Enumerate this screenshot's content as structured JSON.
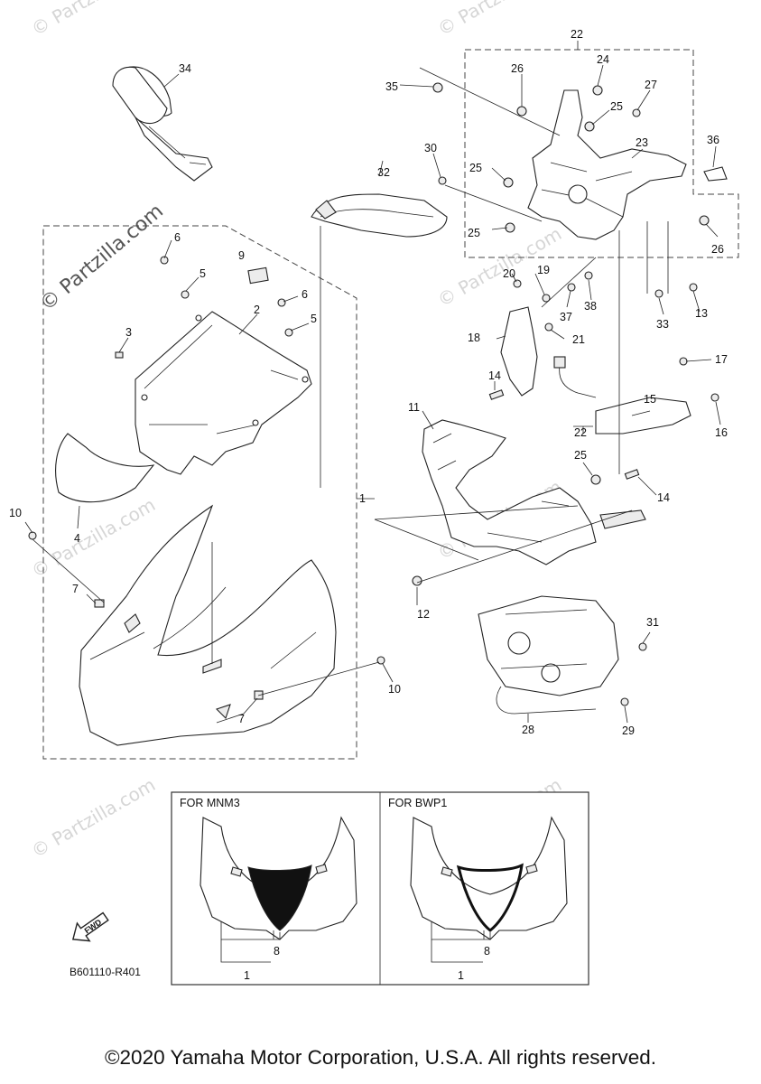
{
  "watermark": "© Partzilla.com",
  "callouts": {
    "n1a": "1",
    "n1b": "1",
    "n1c": "1",
    "n2": "2",
    "n3": "3",
    "n4": "4",
    "n5a": "5",
    "n5b": "5",
    "n6a": "6",
    "n6b": "6",
    "n7a": "7",
    "n7b": "7",
    "n8a": "8",
    "n8b": "8",
    "n9": "9",
    "n10a": "10",
    "n10b": "10",
    "n11": "11",
    "n12": "12",
    "n13": "13",
    "n14a": "14",
    "n14b": "14",
    "n15": "15",
    "n16": "16",
    "n17": "17",
    "n18": "18",
    "n19": "19",
    "n20": "20",
    "n21": "21",
    "n22a": "22",
    "n22b": "22",
    "n23": "23",
    "n24": "24",
    "n25a": "25",
    "n25b": "25",
    "n25c": "25",
    "n25d": "25",
    "n26a": "26",
    "n26b": "26",
    "n27": "27",
    "n28": "28",
    "n29": "29",
    "n30": "30",
    "n31": "31",
    "n32": "32",
    "n33": "33",
    "n34": "34",
    "n35": "35",
    "n36": "36",
    "n37": "37",
    "n38": "38"
  },
  "insets": {
    "left_label": "FOR  MNM3",
    "right_label": "FOR  BWP1"
  },
  "fwd_label": "FWD",
  "diagram_code": "B601110-R401",
  "copyright": "©2020 Yamaha Motor Corporation, U.S.A. All rights reserved."
}
